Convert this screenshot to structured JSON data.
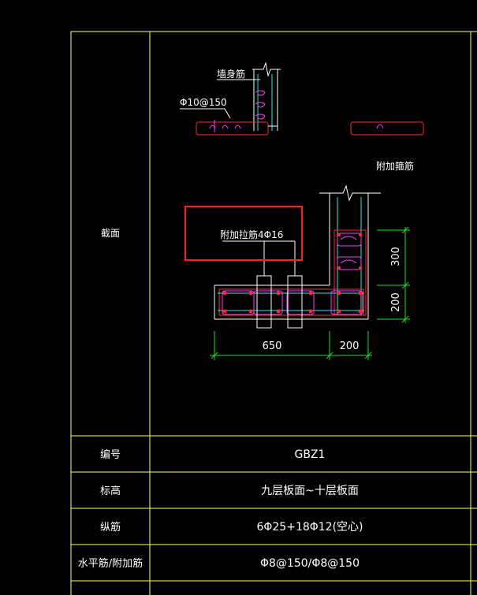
{
  "table": {
    "section_label": "截面",
    "rows": [
      {
        "label": "编号",
        "value": "GBZ1"
      },
      {
        "label": "标高",
        "value": "九层板面~十层板面"
      },
      {
        "label": "纵筋",
        "value": "6Φ25+18Φ12(空心)"
      },
      {
        "label": "水平筋/附加筋",
        "value": "Φ8@150/Φ8@150"
      }
    ]
  },
  "drawing": {
    "wall_rebar_label": "墙身筋",
    "stirrup_spec": "Φ10@150",
    "extra_stirrup_label": "附加箍筋",
    "extra_tie_label": "附加拉筋4Φ16",
    "dim_300": "300",
    "dim_200_vertical": "200",
    "dim_650": "650",
    "dim_200_horizontal": "200"
  },
  "colors": {
    "background": "#000000",
    "grid_line": "#ffff66",
    "outline": "#ffffff",
    "rebar_red": "#ff2a2a",
    "stirrup_magenta": "#ff3cff",
    "centerline_cyan": "#33e6e6",
    "dimension_green": "#22e022",
    "highlight_box": "#ff2020"
  }
}
